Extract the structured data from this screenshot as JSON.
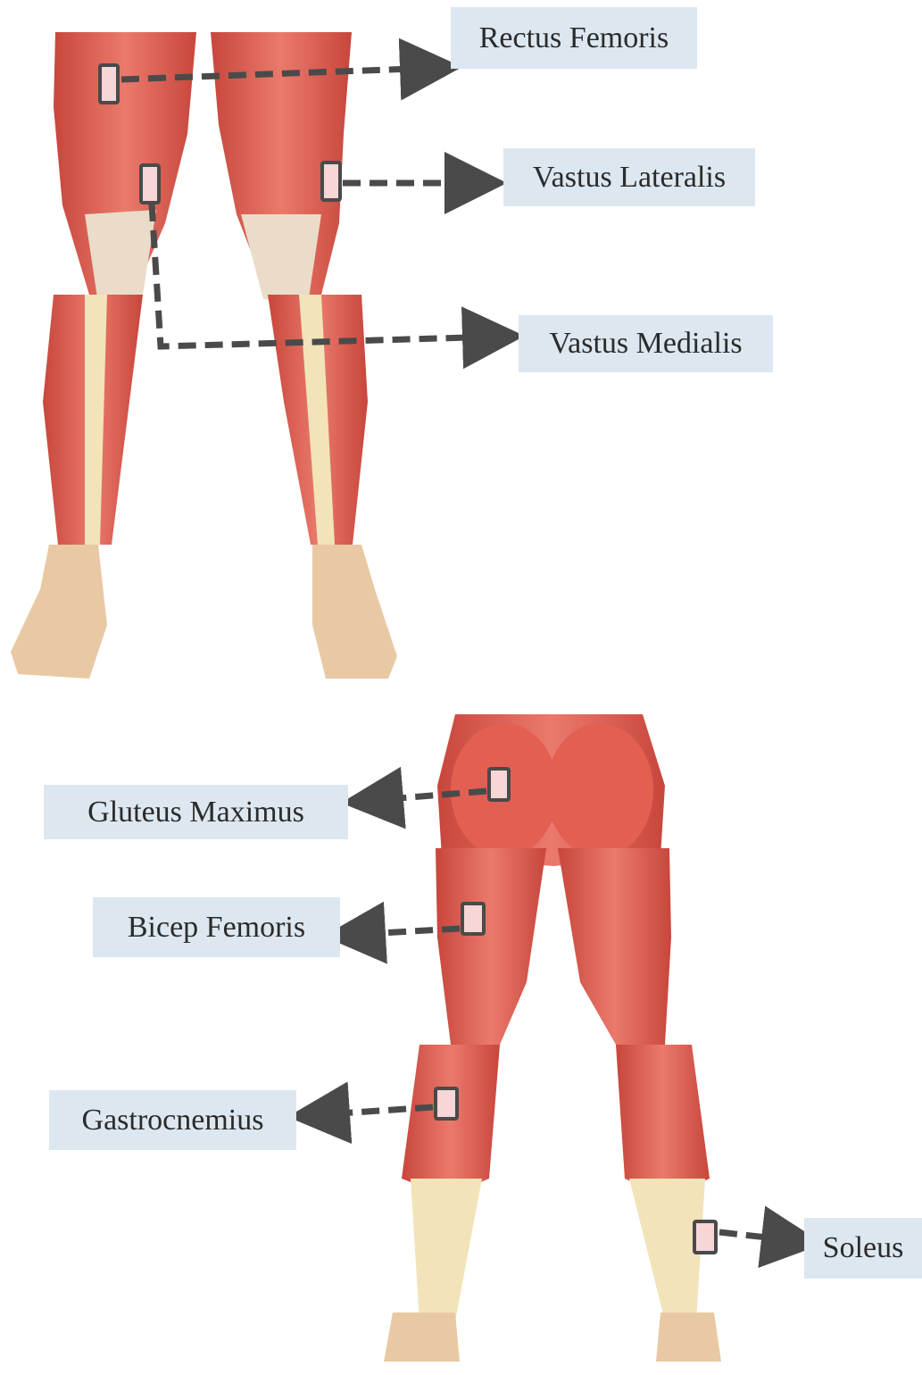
{
  "labels": {
    "rectus_femoris": "Rectus Femoris",
    "vastus_lateralis": "Vastus Lateralis",
    "vastus_medialis": "Vastus Medialis",
    "gluteus_maximus": "Gluteus Maximus",
    "bicep_femoris": "Bicep Femoris",
    "gastrocnemius": "Gastrocnemius",
    "soleus": "Soleus"
  },
  "colors": {
    "label_background": "#dde7f0",
    "label_text": "#2b2b2b",
    "connector": "#4a4a4a",
    "muscle": "#e0665a",
    "muscle_dark": "#c8463c",
    "tendon": "#f2e3b8",
    "electrode_fill": "#f6d6d6"
  }
}
